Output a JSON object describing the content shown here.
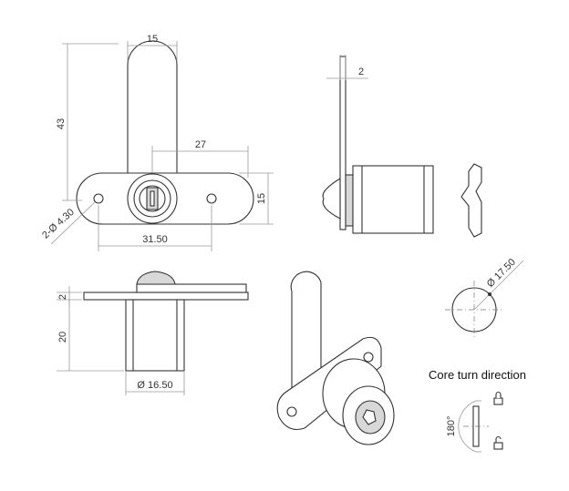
{
  "dimensions": {
    "top_width": "15",
    "height": "43",
    "offset": "27",
    "plate_height": "15",
    "hole": "2-Ø 4.30",
    "plate_length": "31.50",
    "side_thickness": "2",
    "front_thickness": "2",
    "body_length": "20",
    "body_diameter": "Ø 16.50",
    "cutout_diameter": "Ø 17.50",
    "rotation_angle": "180°"
  },
  "core_turn": {
    "label": "Core turn direction"
  },
  "colors": {
    "line": "#333333",
    "dimension": "#9a9a9a",
    "shade": "#d8d8d8"
  }
}
